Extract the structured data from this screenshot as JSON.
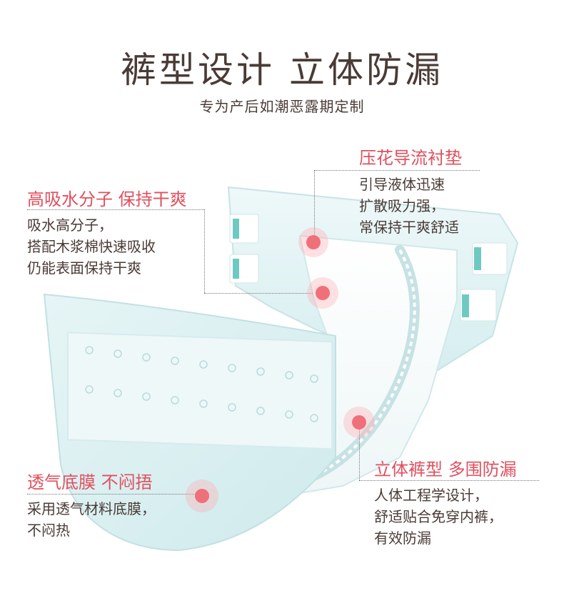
{
  "header": {
    "title": "裤型设计 立体防漏",
    "subtitle": "专为产后如潮恶露期定制"
  },
  "callouts": {
    "embossed": {
      "title": "压花导流衬垫",
      "lines": [
        "引导液体迅速",
        "扩散吸力强，",
        "常保持干爽舒适"
      ]
    },
    "absorbent": {
      "title": "高吸水分子 保持干爽",
      "lines": [
        "吸水高分子，",
        "搭配木浆棉快速吸收",
        "仍能表面保持干爽"
      ]
    },
    "film": {
      "title": "透气底膜 不闷捂",
      "lines": [
        "采用透气材料底膜，",
        "不闷热"
      ]
    },
    "pants": {
      "title": "立体裤型 多围防漏",
      "lines": [
        "人体工程学设计，",
        "舒适贴合免穿内裤，",
        "有效防漏"
      ]
    }
  },
  "colors": {
    "accent": "#e0505e",
    "text": "#4a3b36",
    "diaper_blue": "#dff2f3",
    "tape_teal": "#6fc9c3",
    "dot": "#f0707a"
  }
}
